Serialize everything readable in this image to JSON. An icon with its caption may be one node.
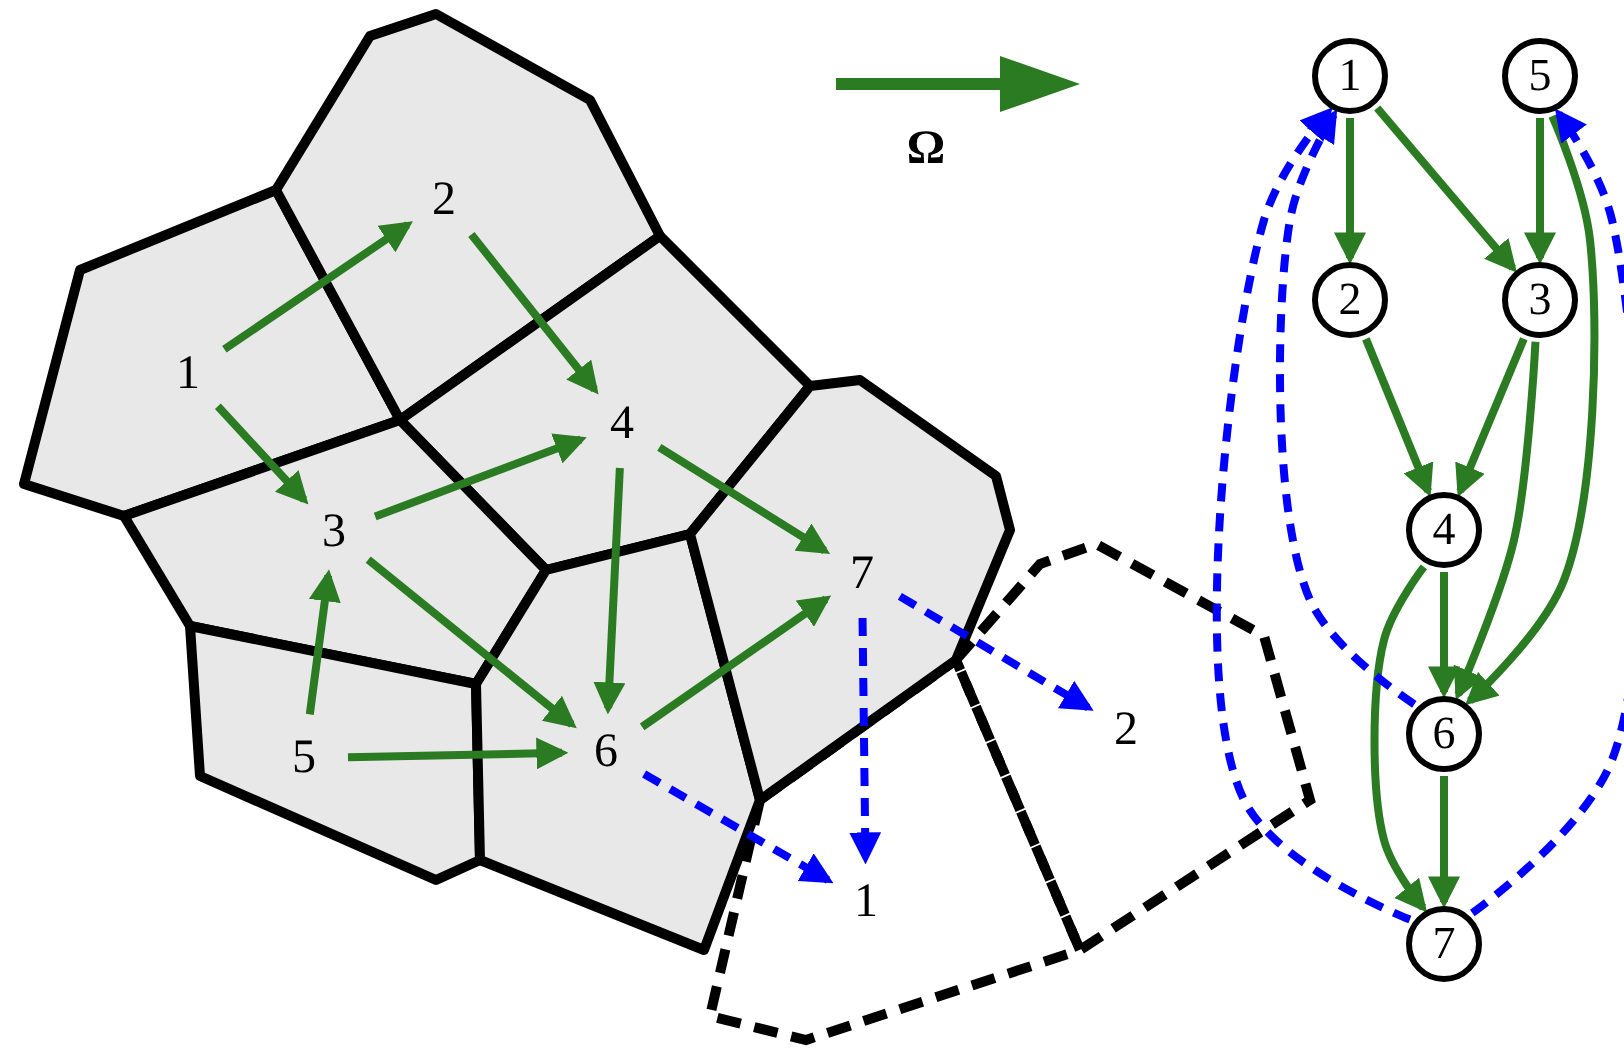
{
  "diagram": {
    "nodes": [
      {
        "text": [
          "1"
        ]
      },
      {
        "text": [
          "2"
        ]
      },
      {
        "text": [
          "3"
        ]
      },
      {
        "text": [
          "4"
        ]
      },
      {
        "text": [
          "5"
        ]
      },
      {
        "text": [
          "6"
        ]
      },
      {
        "text": [
          "7"
        ]
      },
      {
        "text": [
          "1"
        ]
      },
      {
        "text": [
          "2"
        ]
      },
      {
        "text": [
          "1"
        ]
      },
      {
        "text": [
          "5"
        ]
      },
      {
        "text": [
          "2"
        ]
      },
      {
        "text": [
          "3"
        ]
      },
      {
        "text": [
          "4"
        ]
      },
      {
        "text": [
          "6"
        ]
      },
      {
        "text": [
          "7"
        ]
      }
    ],
    "edges": [
      {
        "from": 0,
        "to": 1,
        "arrow": "to"
      },
      {
        "from": 0,
        "to": 2,
        "arrow": "to"
      },
      {
        "from": 1,
        "to": 3,
        "arrow": "to"
      },
      {
        "from": 2,
        "to": 3,
        "arrow": "to"
      },
      {
        "from": 3,
        "to": 6,
        "arrow": "to"
      },
      {
        "from": 3,
        "to": 5,
        "arrow": "to"
      },
      {
        "from": 2,
        "to": 5,
        "arrow": "to"
      },
      {
        "from": 4,
        "to": 2,
        "arrow": "to"
      },
      {
        "from": 4,
        "to": 5,
        "arrow": "to"
      },
      {
        "from": 5,
        "to": 6,
        "arrow": "to"
      },
      {
        "from": 5,
        "to": 7,
        "arrow": "to",
        "style": "dashed",
        "color": "#0000ff"
      },
      {
        "from": 6,
        "to": 7,
        "arrow": "to",
        "style": "dashed",
        "color": "#0000ff"
      },
      {
        "from": 6,
        "to": 8,
        "arrow": "to",
        "style": "dashed",
        "color": "#0000ff"
      },
      {
        "from": 9,
        "to": 11,
        "arrow": "to"
      },
      {
        "from": 9,
        "to": 12,
        "arrow": "to"
      },
      {
        "from": 10,
        "to": 12,
        "arrow": "to"
      },
      {
        "from": 10,
        "to": 14,
        "arrow": "to"
      },
      {
        "from": 11,
        "to": 13,
        "arrow": "to"
      },
      {
        "from": 12,
        "to": 13,
        "arrow": "to"
      },
      {
        "from": 12,
        "to": 14,
        "arrow": "to"
      },
      {
        "from": 13,
        "to": 14,
        "arrow": "to"
      },
      {
        "from": 13,
        "to": 15,
        "arrow": "to"
      },
      {
        "from": 14,
        "to": 15,
        "arrow": "to"
      },
      {
        "from": 14,
        "to": 9,
        "arrow": "to",
        "style": "dashed",
        "color": "#0000ff"
      },
      {
        "from": 15,
        "to": 9,
        "arrow": "to",
        "style": "dashed",
        "color": "#0000ff"
      },
      {
        "from": 15,
        "to": 10,
        "arrow": "to",
        "style": "dashed",
        "color": "#0000ff"
      }
    ],
    "labels": [
      "Ω"
    ]
  }
}
